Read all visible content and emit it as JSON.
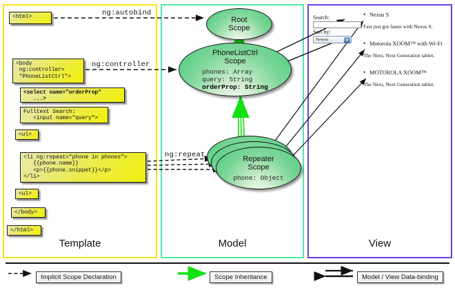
{
  "panels": [
    {
      "key": "template",
      "label": "Template",
      "border_color": "#f2e712"
    },
    {
      "key": "model",
      "label": "Model",
      "border_color": "#4fe8a6"
    },
    {
      "key": "view",
      "label": "View",
      "border_color": "#6b3fe0"
    }
  ],
  "template": {
    "boxes": [
      {
        "name": "html-open-tag",
        "text": "<html>"
      },
      {
        "name": "body-open-tag",
        "text": "<body\n ng:controller=\n \"PhoneListCtrl\">"
      },
      {
        "name": "select-tag",
        "text": "<select name=\"orderProp\"\n   ...>"
      },
      {
        "name": "fulltext-search",
        "text": "Fulltext Search:\n   <input name=\"query\">"
      },
      {
        "name": "ul-open-tag",
        "text": "<ul>"
      },
      {
        "name": "li-repeat-tag",
        "text": "<li ng:repeat=\"phone in phones\">\n   {{phone.name}}\n   <p>{{phone.snippet}}</p>\n</li>"
      },
      {
        "name": "ul-close-tag",
        "text": "<ul>"
      },
      {
        "name": "body-close-tag",
        "text": "</body>"
      },
      {
        "name": "html-close-tag",
        "text": "</html>"
      }
    ]
  },
  "edges": {
    "autobind": "ng:autobind",
    "controller": "ng:controller",
    "repeat": "ng:repeat"
  },
  "model": {
    "root_scope": {
      "title": "Root\nScope"
    },
    "phonelistctrl_scope": {
      "title": "PhoneListCtrl\nScope",
      "props_plain": "phones: Array\nquery: String\n",
      "props_bold": "orderProp: String"
    },
    "repeater_scope": {
      "title": "Repeater\nScope",
      "props": "phone: Object"
    }
  },
  "view": {
    "search_label": "Search:",
    "search_value": "",
    "sort_label": "Sort by:",
    "sort_value": "Newest",
    "sort_options": [
      "Newest"
    ],
    "phones": [
      {
        "name": "Nexus S",
        "snippet": "Fast just got faster with Nexus S."
      },
      {
        "name": "Motorola XOOM™ with Wi-Fi",
        "snippet": "The Next, Next Generation tablet."
      },
      {
        "name": "MOTOROLA XOOM™",
        "snippet": "The Next, Next Generation tablet."
      }
    ]
  },
  "legend": [
    {
      "name": "implicit-scope-declaration",
      "label": "Implicit Scope Declaration",
      "style": "dashed-black-arrow",
      "color": "#111111"
    },
    {
      "name": "scope-inheritance",
      "label": "Scope Inheritance",
      "style": "solid-green-arrow",
      "color": "#00e000"
    },
    {
      "name": "model-view-data-binding",
      "label": "Model / View Data-binding",
      "style": "double-black-arrow",
      "color": "#111111"
    }
  ]
}
